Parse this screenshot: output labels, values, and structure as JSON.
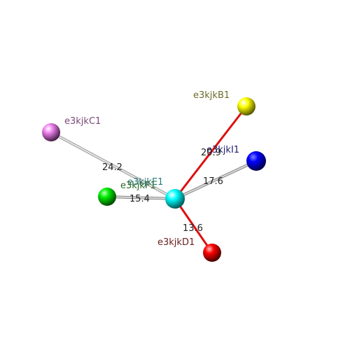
{
  "nodes": {
    "c1": {
      "label": "e3kjkC1",
      "color": "#ee82ee",
      "label_color": "#7a4a7a"
    },
    "b1": {
      "label": "e3kjkB1",
      "color": "#ffff00",
      "label_color": "#6b6b2b"
    },
    "i1": {
      "label": "e3kjkI1",
      "color": "#0000ff",
      "label_color": "#20206e"
    },
    "e1": {
      "label": "e3kjkE1",
      "color": "#00ffff",
      "label_color": "#2a7a7a"
    },
    "f1": {
      "label": "e3kjkF1",
      "color": "#00ff00",
      "label_color": "#2a6a2a"
    },
    "d1": {
      "label": "e3kjkD1",
      "color": "#ff0000",
      "label_color": "#6b2020"
    }
  },
  "edges": {
    "c1_e1": {
      "value": "24.2",
      "color": "#d0d0d0"
    },
    "b1_e1": {
      "value": "20.9",
      "color": "#dd1111"
    },
    "i1_e1": {
      "value": "17.6",
      "color": "#b0b0b0"
    },
    "f1_e1": {
      "value": "15.4",
      "color": "#b0b0b0"
    },
    "d1_e1": {
      "value": "13.6",
      "color": "#dd1111"
    }
  }
}
